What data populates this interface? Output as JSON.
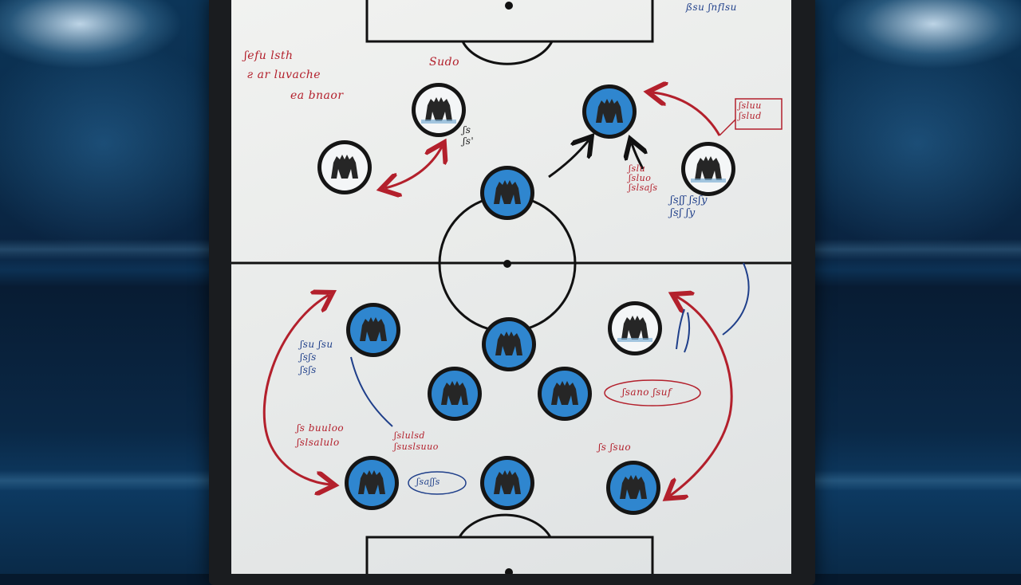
{
  "colors": {
    "board": "#ececea",
    "frame": "#1a1c1f",
    "line": "#111111",
    "marker_red": "#b3202c",
    "marker_blue": "#1f3f8a",
    "team_blue": "#2f86cf",
    "team_white": "#f4f6f7",
    "stadium": "#0a2a48"
  },
  "players": [
    {
      "id": "p1",
      "team": "white",
      "icon": "player-figures-icon"
    },
    {
      "id": "p2",
      "team": "white",
      "icon": "player-figures-icon"
    },
    {
      "id": "p3",
      "team": "blue",
      "icon": "player-figures-icon"
    },
    {
      "id": "p4",
      "team": "blue",
      "icon": "player-figures-icon"
    },
    {
      "id": "p5",
      "team": "white",
      "icon": "player-figures-icon"
    },
    {
      "id": "p6",
      "team": "blue",
      "icon": "player-figures-icon"
    },
    {
      "id": "p7",
      "team": "blue",
      "icon": "player-figures-icon"
    },
    {
      "id": "p8",
      "team": "white",
      "icon": "player-figures-icon"
    },
    {
      "id": "p9",
      "team": "blue",
      "icon": "player-figures-icon"
    },
    {
      "id": "p10",
      "team": "blue",
      "icon": "player-figures-icon"
    },
    {
      "id": "p11",
      "team": "blue",
      "icon": "player-figures-icon"
    },
    {
      "id": "p12",
      "team": "blue",
      "icon": "player-figures-icon"
    },
    {
      "id": "p13",
      "team": "blue",
      "icon": "player-figures-icon"
    }
  ],
  "notes": {
    "top_left_1": "ʃefu lsth",
    "top_left_2": "ƨ  ar luvache",
    "top_left_3": "ea bnaor",
    "top_center": "Sudo",
    "top_right": "ßsu ʃnflsu",
    "right_box": "ʃsluu\nʃslud",
    "center_scribble": "ʃs\nʃs'",
    "right_red": "ʃslu\nʃsluo\nʃslsaʃs",
    "right_blue": "ʃsʃʃ ʃsʃy\nʃsʃ ʃy",
    "left_blue": "ʃsu ʃsu\nʃsʃs\nʃsʃs",
    "left_red": "ʃs buuloo\nʃslsalulo",
    "center_red": "ʃslulsd\nʃsuslsuuo",
    "bottom_blue_oval": "ʃsaʃʃs",
    "right_oval": "ʃsano ʃsuf",
    "bottom_right_red": "ʃs ʃsuo"
  }
}
